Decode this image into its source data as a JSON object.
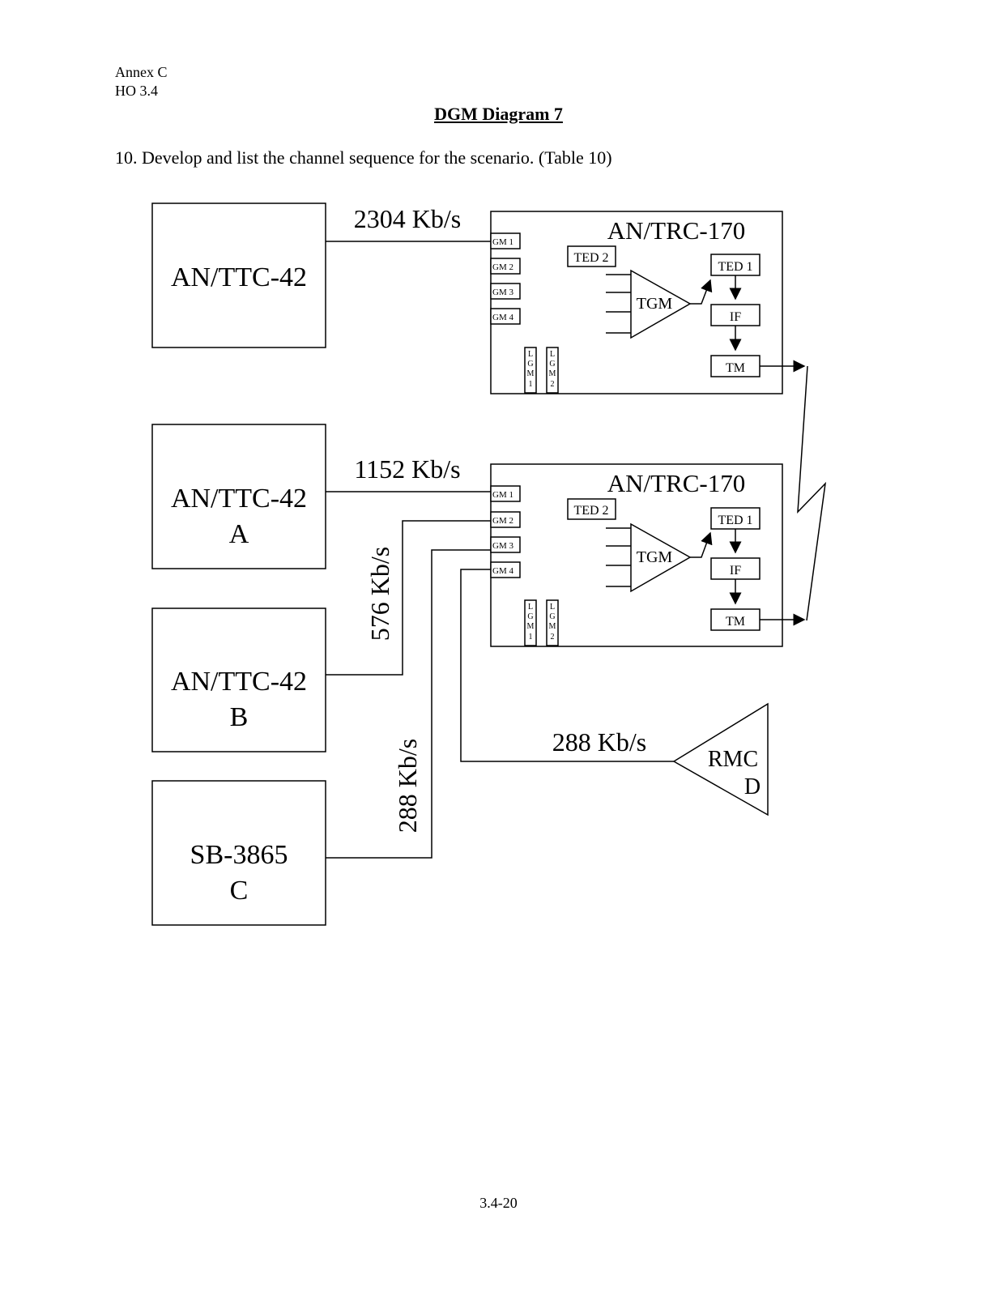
{
  "header": {
    "annex": "Annex C",
    "ho": "HO 3.4"
  },
  "title": "DGM Diagram 7",
  "instruction": "10. Develop and list the channel sequence for the scenario.  (Table 10)",
  "page_number": "3.4-20",
  "sources": {
    "s1": {
      "line1": "AN/TTC-42",
      "line2": ""
    },
    "s2": {
      "line1": "AN/TTC-42",
      "line2": "A"
    },
    "s3": {
      "line1": "AN/TTC-42",
      "line2": "B"
    },
    "s4": {
      "line1": "SB-3865",
      "line2": "C"
    }
  },
  "rates": {
    "r1": "2304 Kb/s",
    "r2": "1152 Kb/s",
    "r3": "576 Kb/s",
    "r4": "288 Kb/s",
    "r5": "288 Kb/s"
  },
  "trc_top": {
    "title": "AN/TRC-170",
    "gm": [
      "GM 1",
      "GM 2",
      "GM 3",
      "GM 4"
    ],
    "ted2": "TED 2",
    "ted1": "TED 1",
    "tgm": "TGM",
    "if": "IF",
    "tm": "TM",
    "lgm1": [
      "L",
      "G",
      "M",
      "1"
    ],
    "lgm2": [
      "L",
      "G",
      "M",
      "2"
    ]
  },
  "trc_bottom": {
    "title": "AN/TRC-170",
    "gm": [
      "GM 1",
      "GM 2",
      "GM 3",
      "GM 4"
    ],
    "ted2": "TED 2",
    "ted1": "TED 1",
    "tgm": "TGM",
    "if": "IF",
    "tm": "TM",
    "lgm1": [
      "L",
      "G",
      "M",
      "1"
    ],
    "lgm2": [
      "L",
      "G",
      "M",
      "2"
    ]
  },
  "rmc": {
    "line1": "RMC",
    "line2": "D"
  }
}
